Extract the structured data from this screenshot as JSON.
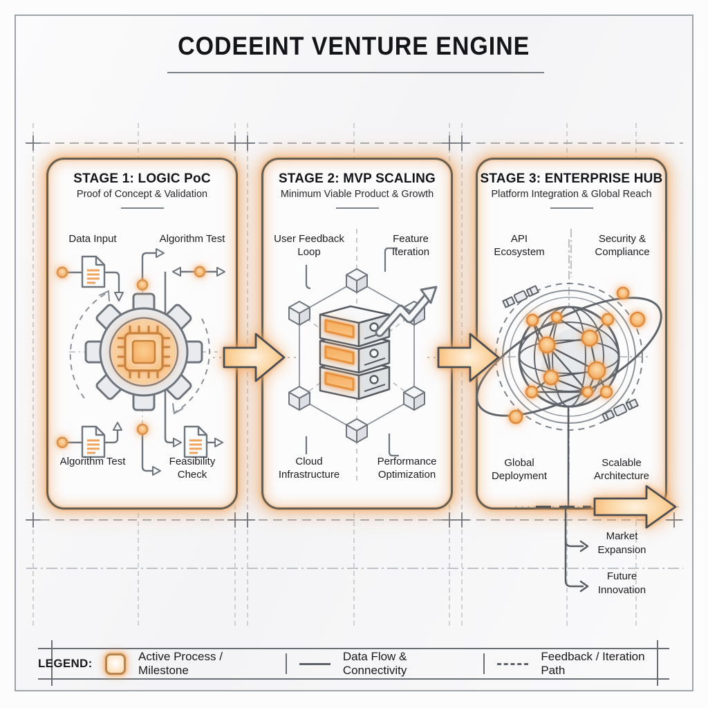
{
  "title": "CODEEINT VENTURE ENGINE",
  "stages": [
    {
      "title": "STAGE 1: LOGIC PoC",
      "subtitle": "Proof of Concept & Validation",
      "icon": "gear-chip-icon",
      "labels": {
        "top_left": "Data Input",
        "top_right": "Algorithm Test",
        "bottom_left": "Algorithm Test",
        "bottom_right": "Feasibility Check"
      }
    },
    {
      "title": "STAGE 2: MVP SCALING",
      "subtitle": "Minimum Viable Product & Growth",
      "icon": "server-stack-growth-icon",
      "labels": {
        "top_left": "User Feedback Loop",
        "top_right": "Feature Iteration",
        "bottom_left": "Cloud Infrastructure",
        "bottom_right": "Performance Optimization"
      }
    },
    {
      "title": "STAGE 3: ENTERPRISE HUB",
      "subtitle": "Platform Integration & Global Reach",
      "icon": "globe-network-icon",
      "labels": {
        "top_left": "API Ecosystem",
        "top_right": "Security & Compliance",
        "bottom_left": "Global Deployment",
        "bottom_right": "Scalable Architecture"
      }
    }
  ],
  "outputs": [
    {
      "label": "Market Expansion"
    },
    {
      "label": "Future Innovation"
    }
  ],
  "legend": {
    "title": "LEGEND:",
    "items": [
      {
        "swatch": "milestone-swatch",
        "label": "Active Process / Milestone"
      },
      {
        "swatch": "solid-line-swatch",
        "label": "Data Flow & Connectivity"
      },
      {
        "swatch": "dashed-line-swatch",
        "label": "Feedback / Iteration Path"
      }
    ]
  },
  "colors": {
    "accent_orange": "#F2A65A",
    "line_gray": "#6E747C",
    "dark_outline": "#4A4E54",
    "text": "#17181B",
    "background": "#F6F6F7"
  }
}
